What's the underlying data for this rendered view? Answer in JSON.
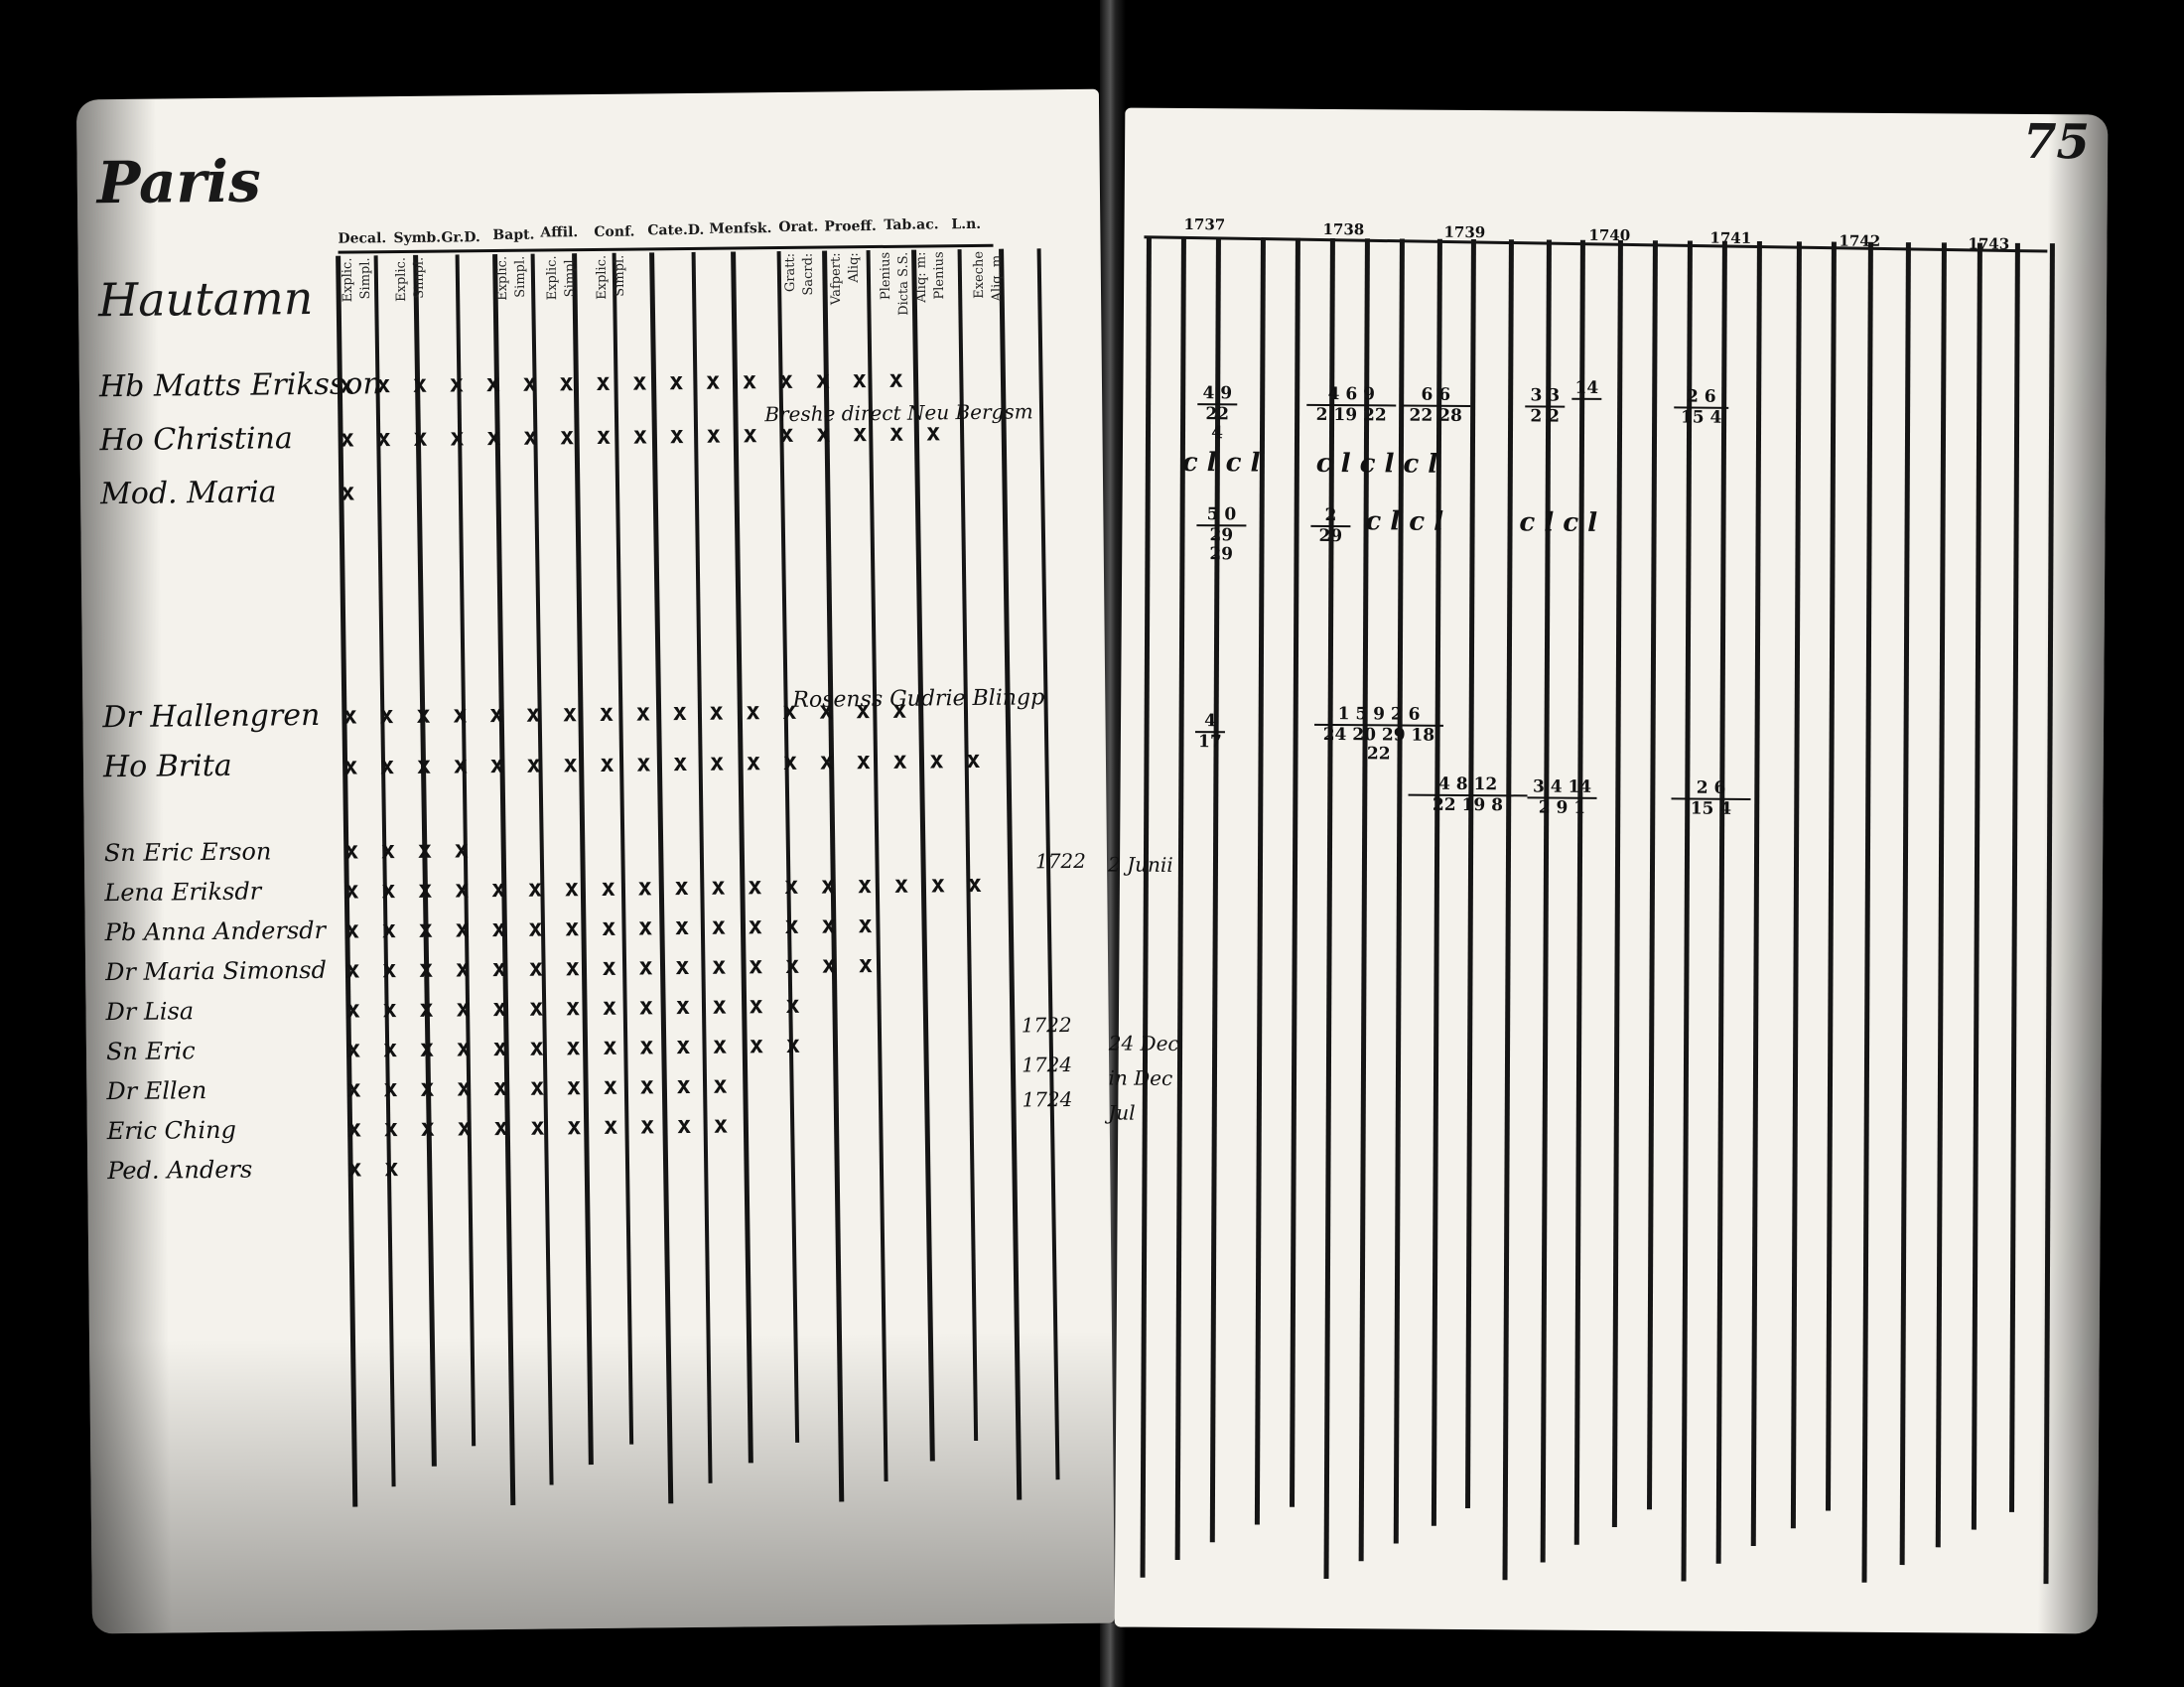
{
  "page_number": "75",
  "parish_heading": "Paris",
  "household_heading": "Hautamn",
  "column_headers": [
    "Decal.",
    "Symb.",
    "Gr.D.",
    "Bapt.",
    "Affil.",
    "Conf.",
    "Cate.D.",
    "Menfsk.",
    "Orat.",
    "Proeff.",
    "Tab.ac.",
    "L.n."
  ],
  "sub_headers": [
    "Explic.",
    "Simpl.",
    "Explic.",
    "Simpl.",
    "Explic.",
    "Simpl.",
    "Explic.",
    "Simpl.",
    "Explic.",
    "Simpl.",
    "Plenius",
    "Dicta S.S.",
    "Aliq: m:",
    "Exeche",
    "Aliq. m.",
    "Gratt:",
    "Sacrd:",
    "Vafpert:",
    "Aliq:",
    "Plenius"
  ],
  "years": [
    "1737",
    "1738",
    "1739",
    "1740",
    "1741",
    "1742",
    "1743"
  ],
  "residents": [
    {
      "name": "Hb Matts Eriksson",
      "marks": "x x x x x x x x x x x x x x x x"
    },
    {
      "name": "Ho Christina",
      "marks": "x x x x x x x x x x x x x x x x x"
    },
    {
      "name": "Mod. Maria",
      "marks": "x"
    },
    {
      "name": "Dr Hallengren",
      "marks": "x x x x x x x x x x x x x x x x"
    },
    {
      "name": "Ho Brita",
      "marks": "x x x x x x x x x x x x x x x x x x"
    },
    {
      "name": "Sn Eric Erson",
      "marks": "x x x x"
    },
    {
      "name": "Lena Eriksdr",
      "marks": "x x x x x x x x x x x x x x x x x x"
    },
    {
      "name": "Pb Anna Andersdr",
      "marks": "x x x x x x x x x x x x x x x"
    },
    {
      "name": "Dr Maria Simonsd",
      "marks": "x x x x x x x x x x x x x x x"
    },
    {
      "name": "Dr Lisa",
      "marks": "x x x x x x x x x x x x x"
    },
    {
      "name": "Sn Eric",
      "marks": "x x x x x x x x x x x x x"
    },
    {
      "name": "Dr Ellen",
      "marks": "x x x x x x x x x x x"
    },
    {
      "name": "Eric Ching",
      "marks": "x x x x x x x x x x x"
    },
    {
      "name": "Ped. Anders",
      "marks": "x x"
    }
  ],
  "marginal_notes": [
    "Breshe direct Neu Bergsm",
    "Rosenss Gudrie Blingp",
    "1722",
    "1722",
    "1724",
    "1724",
    "2 Junii",
    "24 Dec",
    "in Dec",
    "Jul"
  ],
  "exam_codes": [
    "c l c l",
    "c l c l c l",
    "c l c l",
    "c l c l"
  ]
}
